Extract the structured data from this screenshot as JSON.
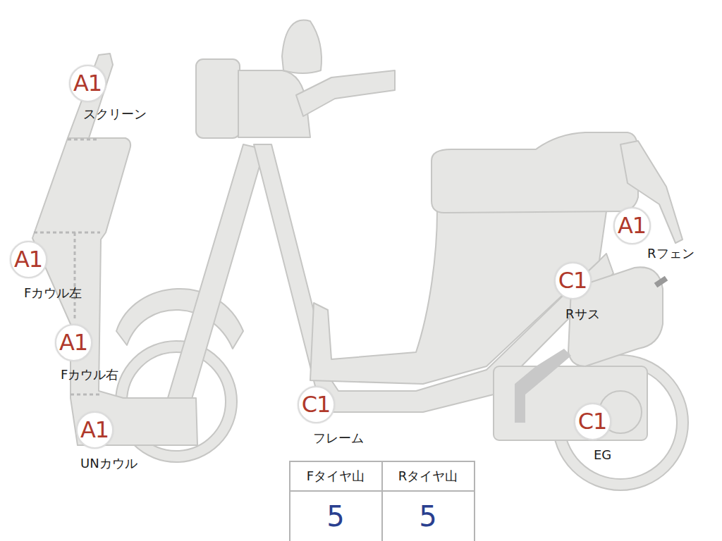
{
  "diagram": {
    "nodes": [
      {
        "text": [
          "A1",
          "スクリーン"
        ]
      },
      {
        "text": [
          "A1",
          "Fカウル左"
        ]
      },
      {
        "text": [
          "A1",
          "Fカウル右"
        ]
      },
      {
        "text": [
          "A1",
          "UNカウル"
        ]
      },
      {
        "text": [
          "C1",
          "フレーム"
        ]
      },
      {
        "text": [
          "A1",
          "Rフェン"
        ]
      },
      {
        "text": [
          "C1",
          "Rサス"
        ]
      },
      {
        "text": [
          "C1",
          "EG"
        ]
      }
    ],
    "labels": [
      "Fタイヤ山",
      "Rタイヤ山",
      "5",
      "5"
    ]
  }
}
